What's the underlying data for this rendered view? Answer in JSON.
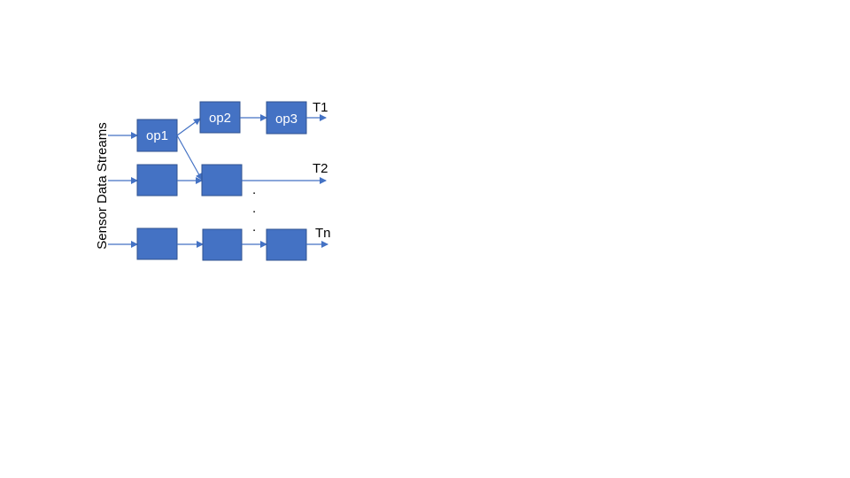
{
  "diagram": {
    "input_label": "Sensor Data Streams",
    "ops": {
      "op1": "op1",
      "op2": "op2",
      "op3": "op3"
    },
    "outputs": {
      "t1": "T1",
      "t2": "T2",
      "tn": "Tn"
    },
    "ellipsis": ".",
    "colors": {
      "box": "#4472c4",
      "line": "#4472c4"
    }
  }
}
